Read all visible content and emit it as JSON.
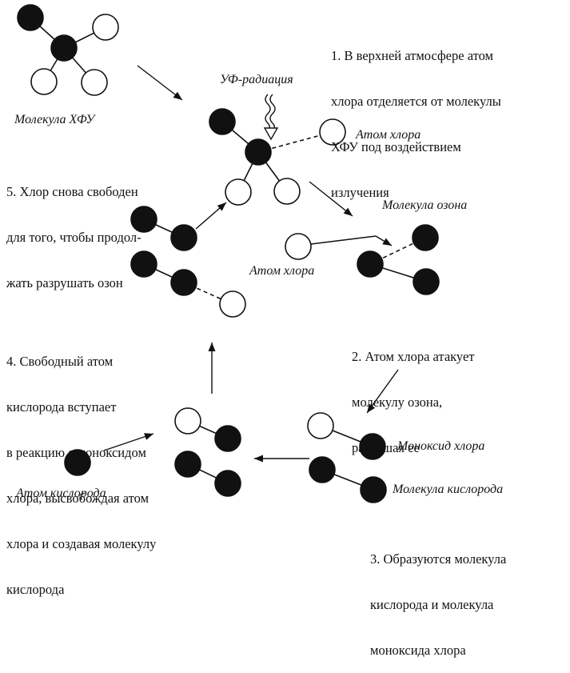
{
  "labels": {
    "cfc_molecule": "Молекула ХФУ",
    "uv_radiation": "УФ-радиация",
    "chlorine_atom_1": "Атом хлора",
    "ozone_molecule": "Молекула озона",
    "chlorine_atom_2": "Атом хлора",
    "chlorine_monoxide": "Моноксид хлора",
    "oxygen_molecule": "Молекула кислорода",
    "oxygen_atom": "Атом кислорода"
  },
  "steps": [
    {
      "lines": [
        "1. В верхней атмосфере атом",
        "хлора отделяется от молекулы",
        "ХФУ под воздействием",
        "излучения"
      ]
    },
    {
      "lines": [
        "2. Атом хлора атакует",
        "молекулу озона,",
        "разрушая ее"
      ]
    },
    {
      "lines": [
        "3. Образуются молекула",
        "кислорода и молекула",
        "моноксида хлора"
      ]
    },
    {
      "lines": [
        "4. Свободный атом",
        "кислорода вступает",
        "в реакцию с моноксидом",
        "хлора, высвобождая атом",
        "хлора и создавая молекулу",
        "кислорода"
      ]
    },
    {
      "lines": [
        "5. Хлор снова свободен",
        "для того, чтобы продол-",
        "жать разрушать озон"
      ]
    }
  ],
  "legend_colors": {
    "carbon_oxygen_filled": "#111111",
    "chlorine_fluorine_open": "#ffffff"
  }
}
